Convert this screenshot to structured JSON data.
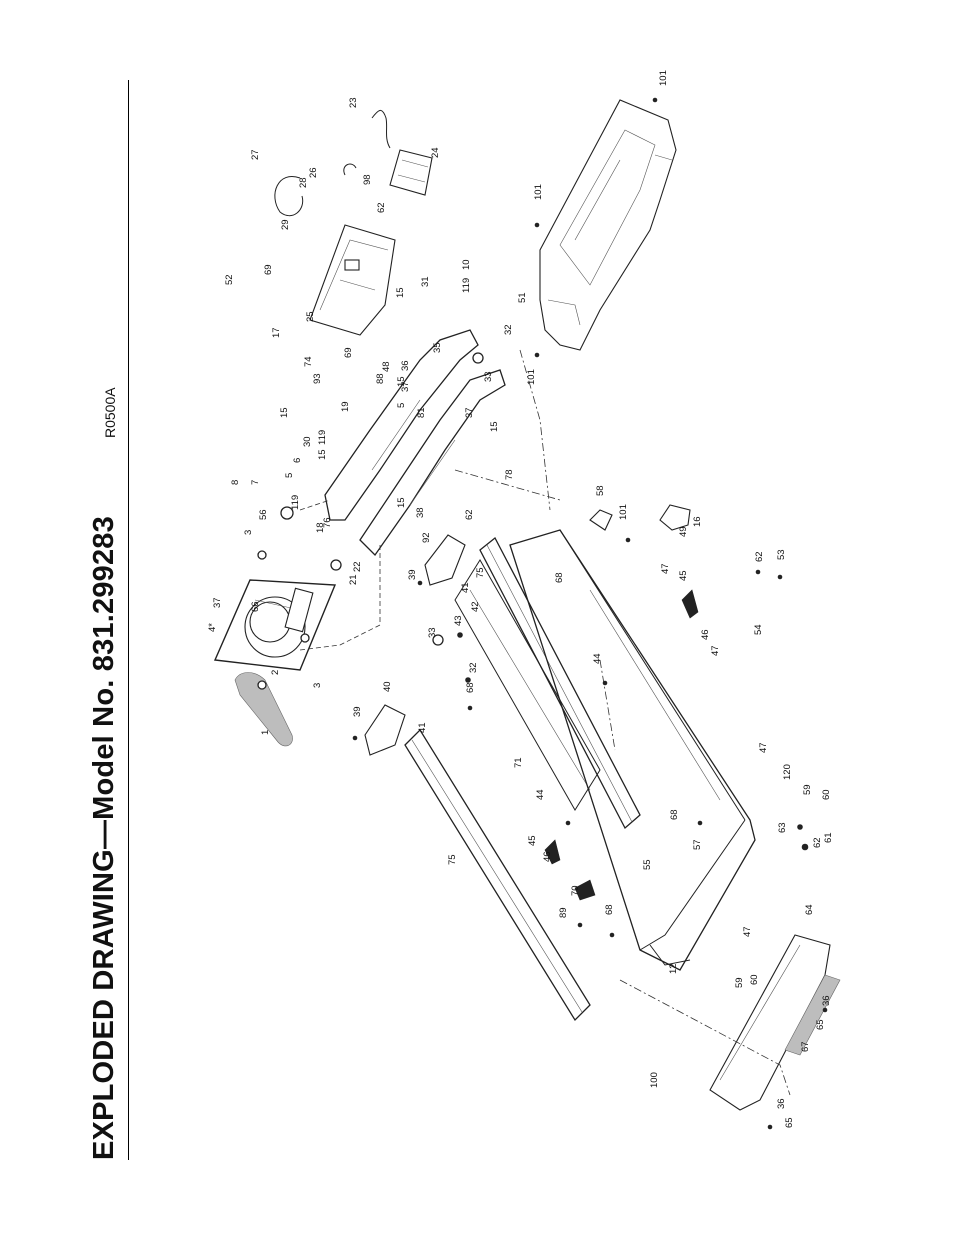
{
  "title": "EXPLODED DRAWING—Model No. 831.299283",
  "drawing_code": "R0500A",
  "part_labels": [
    {
      "id": "l1",
      "text": "1"
    },
    {
      "id": "l2",
      "text": "2"
    },
    {
      "id": "l3a",
      "text": "3"
    },
    {
      "id": "l3b",
      "text": "3"
    },
    {
      "id": "l4",
      "text": "4*"
    },
    {
      "id": "l5a",
      "text": "5"
    },
    {
      "id": "l5b",
      "text": "5"
    },
    {
      "id": "l6",
      "text": "6"
    },
    {
      "id": "l7",
      "text": "7"
    },
    {
      "id": "l8",
      "text": "8"
    },
    {
      "id": "l10",
      "text": "10"
    },
    {
      "id": "l12",
      "text": "12"
    },
    {
      "id": "l15a",
      "text": "15"
    },
    {
      "id": "l15b",
      "text": "15"
    },
    {
      "id": "l15c",
      "text": "15"
    },
    {
      "id": "l15d",
      "text": "15"
    },
    {
      "id": "l15e",
      "text": "15"
    },
    {
      "id": "l15f",
      "text": "15"
    },
    {
      "id": "l16",
      "text": "16"
    },
    {
      "id": "l17",
      "text": "17"
    },
    {
      "id": "l18",
      "text": "18"
    },
    {
      "id": "l19",
      "text": "19"
    },
    {
      "id": "l21",
      "text": "21"
    },
    {
      "id": "l22",
      "text": "22"
    },
    {
      "id": "l23",
      "text": "23"
    },
    {
      "id": "l24",
      "text": "24"
    },
    {
      "id": "l25",
      "text": "25"
    },
    {
      "id": "l26",
      "text": "26"
    },
    {
      "id": "l27",
      "text": "27"
    },
    {
      "id": "l28",
      "text": "28"
    },
    {
      "id": "l29",
      "text": "29"
    },
    {
      "id": "l30",
      "text": "30"
    },
    {
      "id": "l31",
      "text": "31"
    },
    {
      "id": "l32a",
      "text": "32"
    },
    {
      "id": "l32b",
      "text": "32"
    },
    {
      "id": "l33a",
      "text": "33"
    },
    {
      "id": "l33b",
      "text": "33"
    },
    {
      "id": "l35",
      "text": "35"
    },
    {
      "id": "l36a",
      "text": "36"
    },
    {
      "id": "l36b",
      "text": "36"
    },
    {
      "id": "l36c",
      "text": "36"
    },
    {
      "id": "l37a",
      "text": "37"
    },
    {
      "id": "l37b",
      "text": "37"
    },
    {
      "id": "l37c",
      "text": "37"
    },
    {
      "id": "l38",
      "text": "38"
    },
    {
      "id": "l39a",
      "text": "39"
    },
    {
      "id": "l39b",
      "text": "39"
    },
    {
      "id": "l40",
      "text": "40"
    },
    {
      "id": "l41a",
      "text": "41"
    },
    {
      "id": "l41b",
      "text": "41"
    },
    {
      "id": "l42",
      "text": "42"
    },
    {
      "id": "l43",
      "text": "43"
    },
    {
      "id": "l44a",
      "text": "44"
    },
    {
      "id": "l44b",
      "text": "44"
    },
    {
      "id": "l45a",
      "text": "45"
    },
    {
      "id": "l45b",
      "text": "45"
    },
    {
      "id": "l46a",
      "text": "46"
    },
    {
      "id": "l46b",
      "text": "46"
    },
    {
      "id": "l47a",
      "text": "47"
    },
    {
      "id": "l47b",
      "text": "47"
    },
    {
      "id": "l47c",
      "text": "47"
    },
    {
      "id": "l47d",
      "text": "47"
    },
    {
      "id": "l48",
      "text": "48"
    },
    {
      "id": "l49",
      "text": "49"
    },
    {
      "id": "l51",
      "text": "51"
    },
    {
      "id": "l52",
      "text": "52"
    },
    {
      "id": "l53",
      "text": "53"
    },
    {
      "id": "l54",
      "text": "54"
    },
    {
      "id": "l55",
      "text": "55"
    },
    {
      "id": "l56",
      "text": "56"
    },
    {
      "id": "l57",
      "text": "57"
    },
    {
      "id": "l58",
      "text": "58"
    },
    {
      "id": "l59a",
      "text": "59"
    },
    {
      "id": "l59b",
      "text": "59"
    },
    {
      "id": "l60a",
      "text": "60"
    },
    {
      "id": "l60b",
      "text": "60"
    },
    {
      "id": "l61",
      "text": "61"
    },
    {
      "id": "l62a",
      "text": "62"
    },
    {
      "id": "l62b",
      "text": "62"
    },
    {
      "id": "l62c",
      "text": "62"
    },
    {
      "id": "l62d",
      "text": "62"
    },
    {
      "id": "l63",
      "text": "63"
    },
    {
      "id": "l64",
      "text": "64"
    },
    {
      "id": "l65a",
      "text": "65"
    },
    {
      "id": "l65b",
      "text": "65"
    },
    {
      "id": "l66",
      "text": "66"
    },
    {
      "id": "l67",
      "text": "67"
    },
    {
      "id": "l68a",
      "text": "68"
    },
    {
      "id": "l68b",
      "text": "68"
    },
    {
      "id": "l68c",
      "text": "68"
    },
    {
      "id": "l68d",
      "text": "68"
    },
    {
      "id": "l69a",
      "text": "69"
    },
    {
      "id": "l69b",
      "text": "69"
    },
    {
      "id": "l70",
      "text": "70"
    },
    {
      "id": "l71",
      "text": "71"
    },
    {
      "id": "l74",
      "text": "74"
    },
    {
      "id": "l75a",
      "text": "75"
    },
    {
      "id": "l75b",
      "text": "75"
    },
    {
      "id": "l76",
      "text": "76"
    },
    {
      "id": "l78",
      "text": "78"
    },
    {
      "id": "l81",
      "text": "81"
    },
    {
      "id": "l88",
      "text": "88"
    },
    {
      "id": "l89",
      "text": "89"
    },
    {
      "id": "l92",
      "text": "92"
    },
    {
      "id": "l93",
      "text": "93"
    },
    {
      "id": "l98",
      "text": "98"
    },
    {
      "id": "l100",
      "text": "100"
    },
    {
      "id": "l101a",
      "text": "101"
    },
    {
      "id": "l101b",
      "text": "101"
    },
    {
      "id": "l101c",
      "text": "101"
    },
    {
      "id": "l101d",
      "text": "101"
    },
    {
      "id": "l119a",
      "text": "119"
    },
    {
      "id": "l119b",
      "text": "119"
    },
    {
      "id": "l119c",
      "text": "119"
    },
    {
      "id": "l120",
      "text": "120"
    }
  ]
}
